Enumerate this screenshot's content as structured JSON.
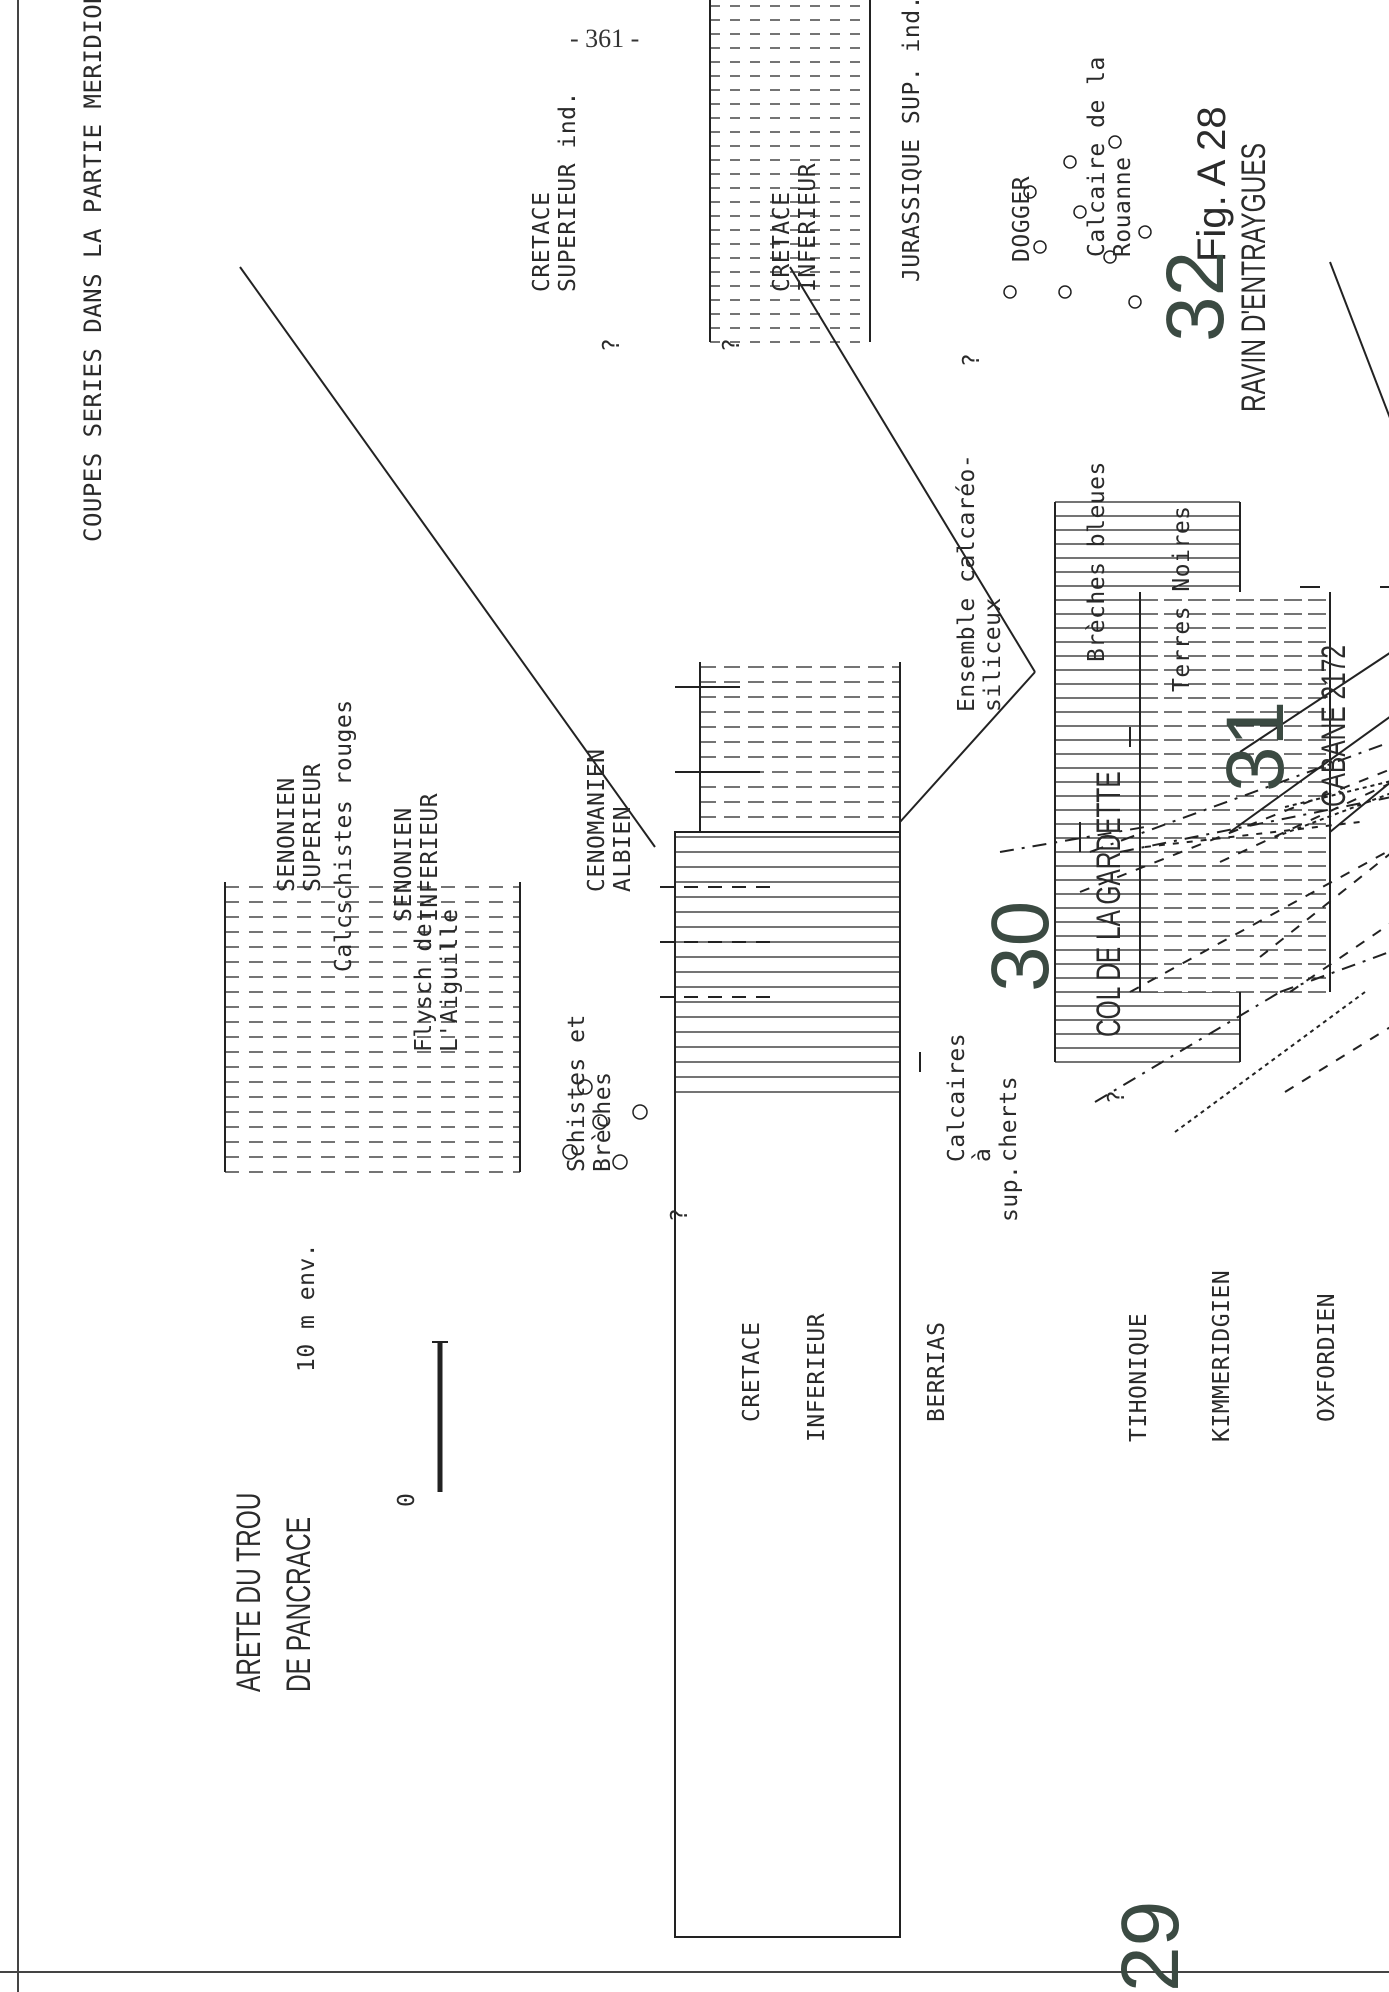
{
  "page": {
    "number": "- 361 -"
  },
  "figure": {
    "title": "COUPES SERIES DANS LA PARTIE MERIDIONALE DU L'UNITE DE PIOLIT",
    "fig_label": "Fig. A 28",
    "scale_bar": {
      "zero_label": "0",
      "length_label": "10 m env."
    },
    "columns": [
      {
        "number": "29",
        "locality_line1": "ARETE DU TROU",
        "locality_line2": "DE PANCRACE"
      },
      {
        "number": "30",
        "locality": "COL DE LA GARDETTE"
      },
      {
        "number": "31",
        "locality": "CABANE 2172"
      },
      {
        "number": "32",
        "locality": "RAVIN D'ENTRAYGUES"
      }
    ],
    "stage_labels": [
      {
        "line1": "CRETACE",
        "line2": "INFERIEUR"
      },
      {
        "line1": "BERRIAS"
      },
      {
        "line1": "sup."
      },
      {
        "line1": "TIHONIQUE"
      },
      {
        "line1": "KIMMERIDGIEN"
      },
      {
        "line1": "OXFORDIEN"
      }
    ],
    "unit_labels": {
      "senonien_sup": "SENONIEN\nSUPERIEUR",
      "calcschistes": "Calcschistes rouges",
      "senonien_inf": "SENONIEN\nINFERIEUR",
      "flysch": "Flysch de\nL'Aiguille",
      "schistes": "Schistes et\nBrèches",
      "cenomanien": "CENOMANIEN\nALBIEN",
      "calcaires_cherts": "Calcaires\nà\ncherts",
      "ensemble": "Ensemble calcaréo-\nsiliceux",
      "breches_bleues": "Brèches bleues",
      "terres_noires": "Terres Noires",
      "cretace_sup": "CRETACE\nSUPERIEUR ind.",
      "cretace_inf": "CRETACE\nINFERIEUR",
      "jurassique": "JURASSIQUE SUP. ind.",
      "dogger": "DOGGER",
      "calcaire_rouanne": "Calcaire de la\nRouanne"
    },
    "question_mark": "?"
  }
}
